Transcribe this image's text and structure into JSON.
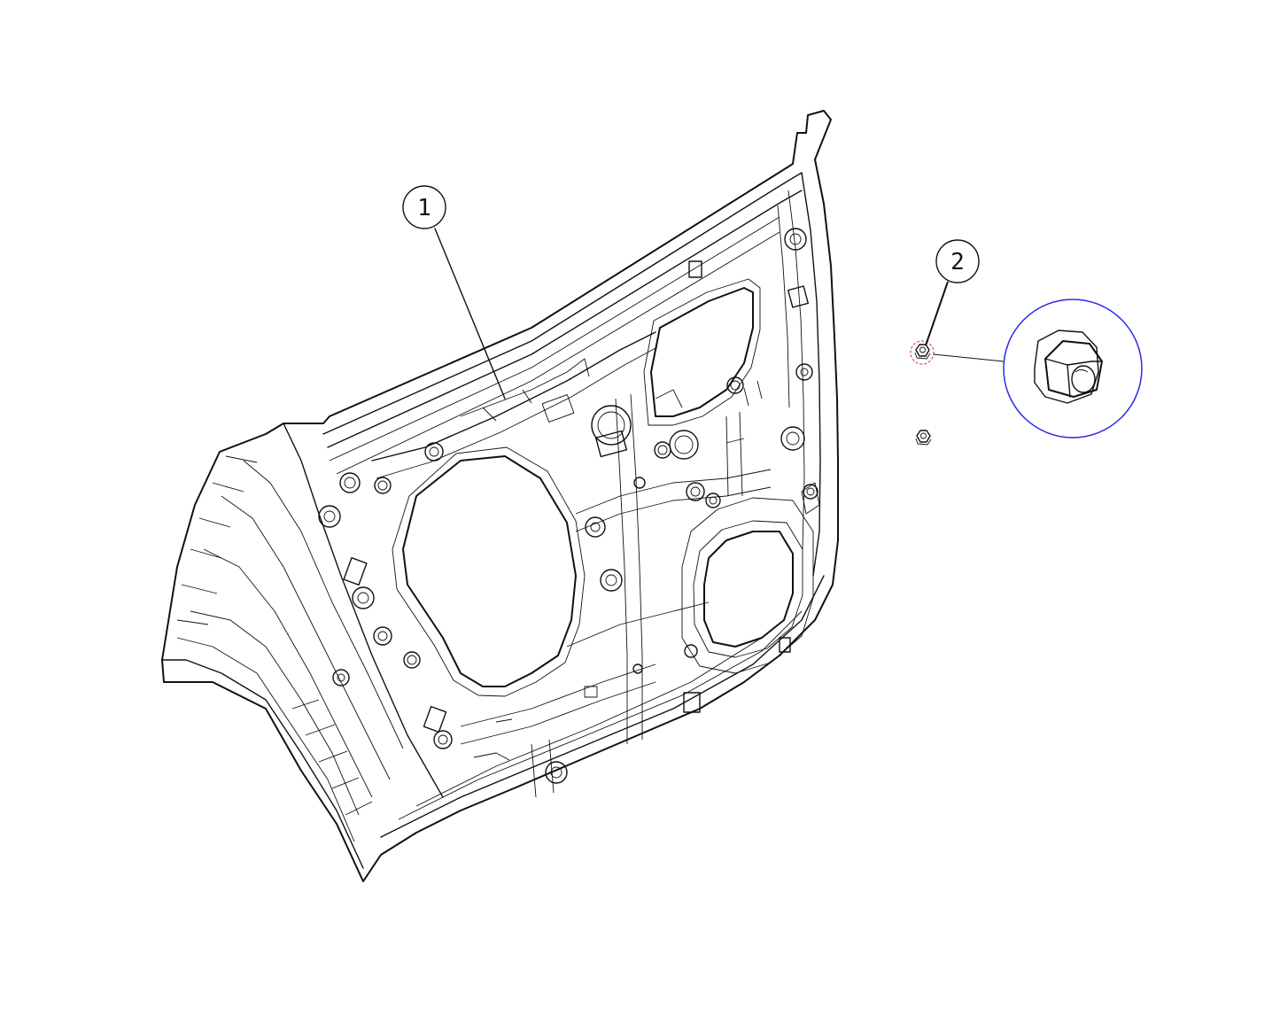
{
  "callouts": [
    {
      "id": "1",
      "label": "1"
    },
    {
      "id": "2",
      "label": "2"
    }
  ],
  "colors": {
    "linework": "#111111",
    "detail_circle": "#2a2ae8",
    "highlight_dash": "#e0409a",
    "background": "#ffffff"
  }
}
